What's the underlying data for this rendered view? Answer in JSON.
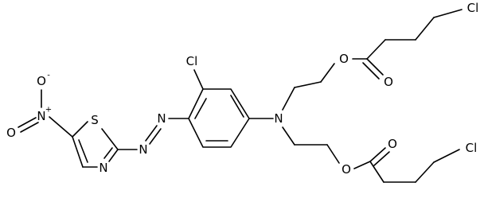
{
  "atoms": {
    "cl_top_right": "Cl",
    "o_ester_top": "O",
    "o_carbonyl_top": "O",
    "cl_ring": "Cl",
    "n_amine": "N",
    "o_ester_bottom": "O",
    "o_carbonyl_bottom": "O",
    "cl_bottom_right": "Cl",
    "n_azo_1": "N",
    "n_azo_2": "N",
    "s_thiazole": "S",
    "n_thiazole": "N",
    "n_nitro": "N",
    "o_nitro_top": "O",
    "o_nitro_left": "O",
    "nitro_plus": "+",
    "nitro_minus": "-"
  },
  "colors": {
    "bond": "#000000",
    "label": "#000000",
    "background": "#ffffff"
  }
}
